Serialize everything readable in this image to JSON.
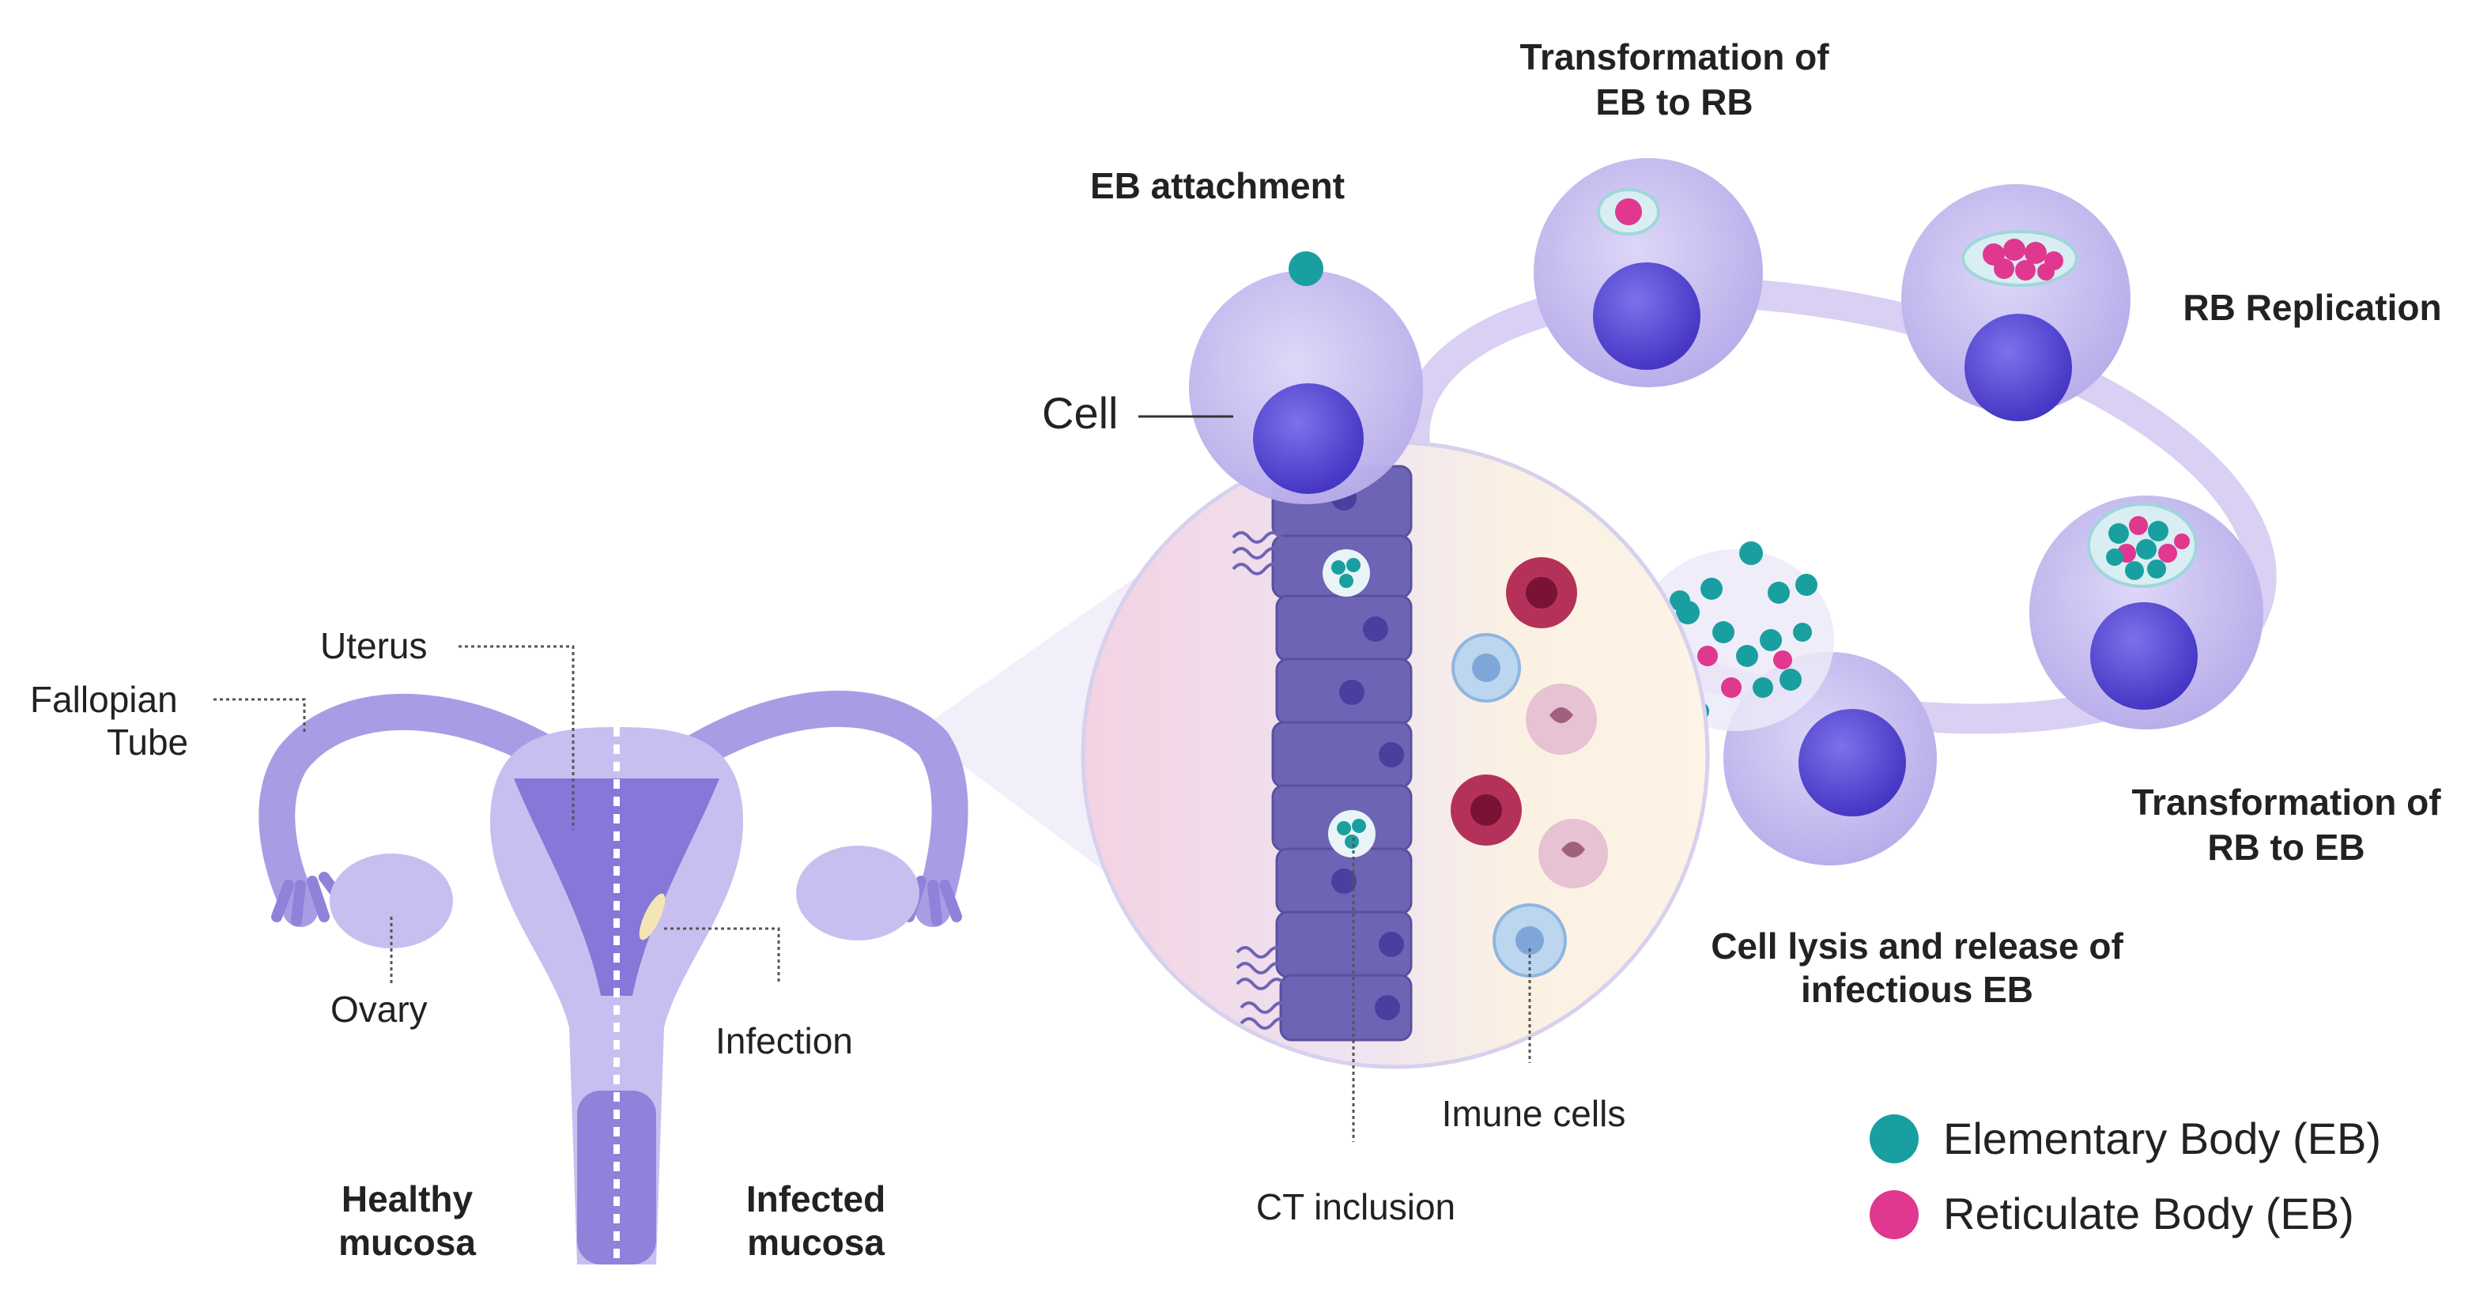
{
  "colors": {
    "elementary_body": "#1a9fa0",
    "reticulate_body": "#e0378f",
    "cell_body": "#c8bff0",
    "nucleus": "#5c4fd6",
    "uterus": "#a79ce6",
    "epithelium": "#6e64b6"
  },
  "labels": {
    "fallopian_tube_line1": "Fallopian",
    "fallopian_tube_line2": "Tube",
    "uterus": "Uterus",
    "ovary": "Ovary",
    "infection": "Infection",
    "healthy_line1": "Healthy",
    "healthy_line2": "mucosa",
    "infected_line1": "Infected",
    "infected_line2": "mucosa",
    "cell": "Cell",
    "ct_inclusion": "CT inclusion",
    "imune_cells": "Imune cells"
  },
  "cycle": {
    "eb_attachment": "EB attachment",
    "transformation_eb_rb_line1": "Transformation of",
    "transformation_eb_rb_line2": "EB to RB",
    "rb_replication": "RB Replication",
    "transformation_rb_eb_line1": "Transformation of",
    "transformation_rb_eb_line2": "RB to EB",
    "lysis_line1": "Cell lysis and release of",
    "lysis_line2": "infectious EB"
  },
  "legend": {
    "elementary": "Elementary Body (EB)",
    "reticulate": "Reticulate Body (EB)"
  }
}
